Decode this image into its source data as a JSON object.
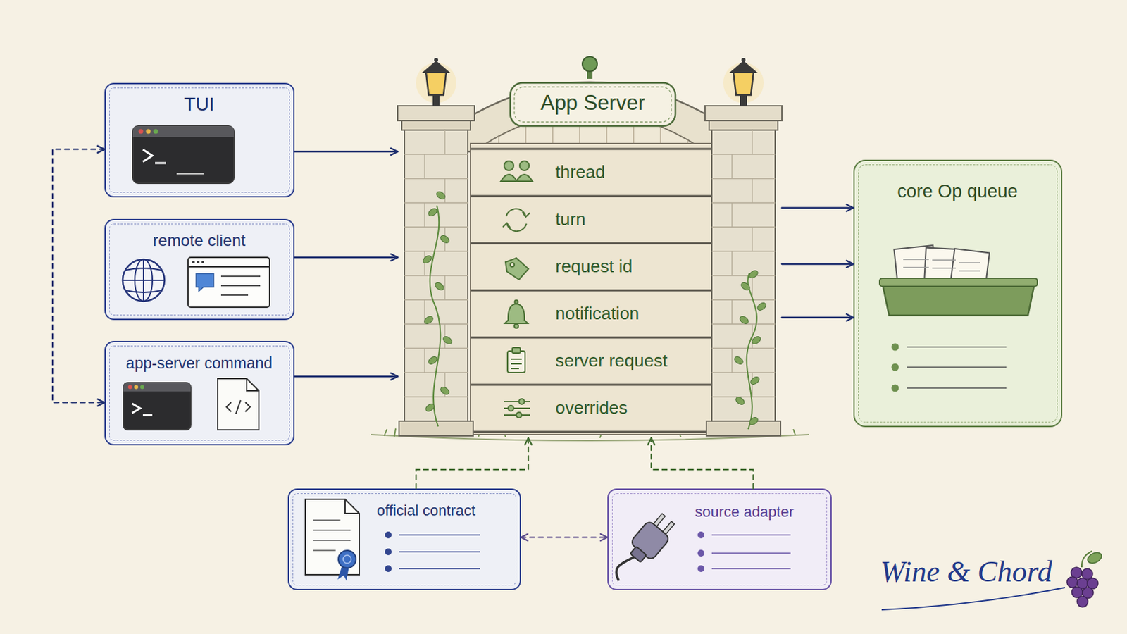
{
  "diagram": {
    "nodes": [
      {
        "text": [
          "TUI"
        ]
      },
      {
        "text": [
          "remote client"
        ]
      },
      {
        "text": [
          "app-server command"
        ]
      },
      {
        "text": [
          "App Server"
        ]
      },
      {
        "text": [
          "thread"
        ],
        "in": 3
      },
      {
        "text": [
          "turn"
        ],
        "in": 3
      },
      {
        "text": [
          "request id"
        ],
        "in": 3
      },
      {
        "text": [
          "notification"
        ],
        "in": 3
      },
      {
        "text": [
          "server request"
        ],
        "in": 3
      },
      {
        "text": [
          "overrides"
        ],
        "in": 3
      },
      {
        "text": [
          "core Op queue"
        ]
      },
      {
        "text": [
          "official contract"
        ]
      },
      {
        "text": [
          "source adapter"
        ]
      }
    ],
    "edges": [
      {
        "from": 0,
        "to": 3,
        "arrow": "to"
      },
      {
        "from": 1,
        "to": 3,
        "arrow": "to"
      },
      {
        "from": 2,
        "to": 3,
        "arrow": "to"
      },
      {
        "from": 3,
        "to": 10,
        "arrow": "to"
      },
      {
        "from": 3,
        "to": 10,
        "arrow": "to"
      },
      {
        "from": 3,
        "to": 10,
        "arrow": "to"
      },
      {
        "from": 0,
        "to": 2,
        "arrow": "both"
      },
      {
        "from": 11,
        "to": 3,
        "arrow": "to"
      },
      {
        "from": 12,
        "to": 3,
        "arrow": "to"
      },
      {
        "from": 11,
        "to": 12,
        "arrow": "both"
      }
    ],
    "labels": [
      "Wine & Chord"
    ]
  }
}
